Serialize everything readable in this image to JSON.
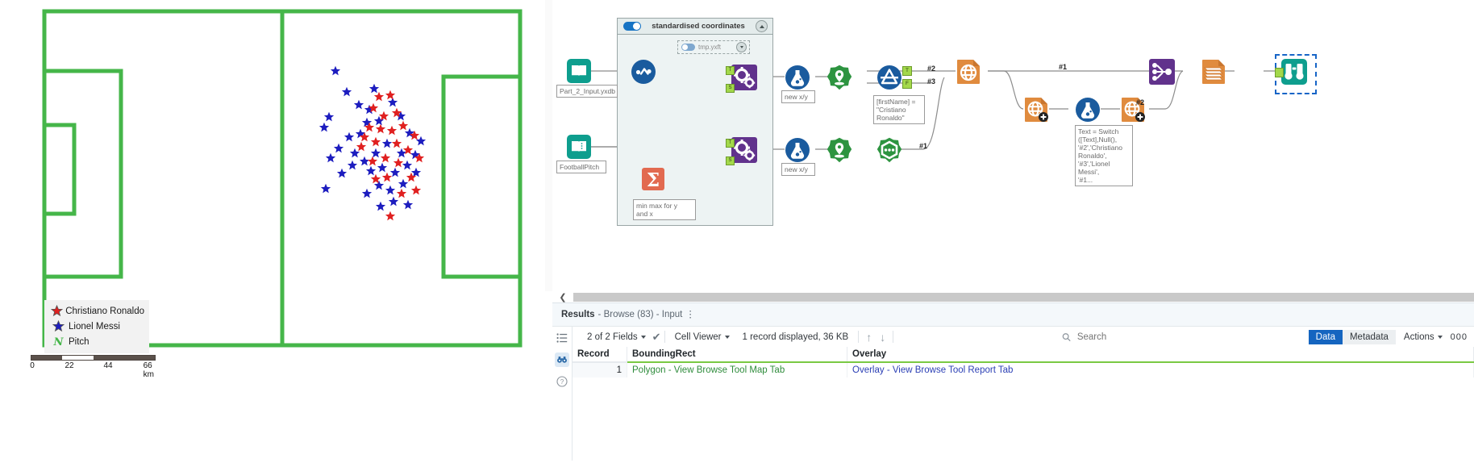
{
  "map": {
    "legend": {
      "items": [
        {
          "label": "Christiano Ronaldo",
          "symbol": "star-icon",
          "color": "#e02020"
        },
        {
          "label": "Lionel Messi",
          "symbol": "star-icon",
          "color": "#1d1dbf"
        },
        {
          "label": "Pitch",
          "symbol": "n-glyph-icon",
          "color": "#45b649"
        }
      ]
    },
    "scalebar": {
      "ticks": [
        "0",
        "22",
        "44",
        "66 km"
      ],
      "unit": "km"
    }
  },
  "workflow": {
    "container": {
      "title": "standardised coordinates",
      "toggle_on": true
    },
    "subcontainer": {
      "title": "tmp.yxft",
      "toggle_on": true
    },
    "tool_labels": {
      "input_1": "Part_2_Input.yxdb",
      "input_2": "FootballPitch",
      "formula_1": "new x/y",
      "formula_2": "new x/y",
      "summarize_note": "min max for y\nand x",
      "filter_note": "[firstName] =\n\"Cristiano\nRonaldo\"",
      "formula_switch_note": "Text = Switch\n([Text],Null(),\n'#2','Christiano\nRonaldo',\n'#3','Lionel\nMessi',\n'#1..."
    },
    "connection_labels": {
      "c1": "#2",
      "c2": "#3",
      "c3": "#1",
      "c4": "#1",
      "c5": "#2"
    }
  },
  "results": {
    "title": "Results",
    "subtitle": "- Browse (83) - Input",
    "kebab": "⋮",
    "toolbar": {
      "fields": "2 of 2 Fields",
      "viewer": "Cell Viewer",
      "record_info": "1 record displayed, 36 KB",
      "search_placeholder": "Search",
      "data_tab": "Data",
      "metadata_tab": "Metadata",
      "actions": "Actions",
      "overflow": "000"
    },
    "grid": {
      "columns": [
        "Record",
        "BoundingRect",
        "Overlay"
      ],
      "rows": [
        {
          "record": "1",
          "boundingrect": "Polygon - View Browse Tool Map Tab",
          "overlay": "Overlay - View Browse Tool Report Tab"
        }
      ]
    }
  },
  "colors": {
    "accent": "#1565c0",
    "pitch": "#45b649",
    "ronaldo": "#e02020",
    "messi": "#1d1dbf"
  }
}
